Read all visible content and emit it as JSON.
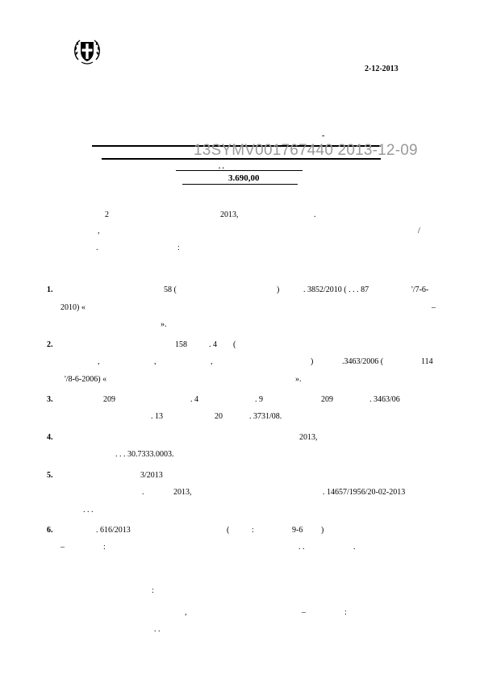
{
  "header": {
    "date": "2-12-2013",
    "title_dash": "-",
    "adam_watermark": "13SYMV001767440 2013-12-09",
    "sub_dots": ". .",
    "amount": "3.690,00"
  },
  "intro": {
    "line1_a": "2",
    "line1_b": "2013,",
    "line1_c": ".",
    "line2_a": ",",
    "line2_b": "/",
    "line3_a": ".",
    "line3_b": ":"
  },
  "items": [
    {
      "num": "1.",
      "l1": [
        "58 (",
        ")",
        ". 3852/2010 ( . . . 87",
        "'/7-6-"
      ],
      "l2": [
        "2010) «",
        "–"
      ],
      "l3": [
        "»."
      ]
    },
    {
      "num": "2.",
      "l1": [
        "158",
        ". 4",
        "("
      ],
      "l2": [
        ",",
        ",",
        ",",
        ")",
        ".3463/2006 (",
        "114"
      ],
      "l3": [
        "'/8-6-2006) «",
        "»."
      ]
    },
    {
      "num": "3.",
      "l1": [
        "209",
        ". 4",
        ". 9",
        "209",
        ". 3463/06"
      ],
      "l2": [
        ". 13",
        "20",
        ". 3731/08."
      ]
    },
    {
      "num": "4.",
      "l1": [
        "2013,"
      ],
      "l2": [
        ". . . 30.7333.0003."
      ]
    },
    {
      "num": "5.",
      "l1": [
        "3/2013"
      ],
      "l2": [
        ".",
        "2013,",
        ". 14657/1956/20-02-2013"
      ],
      "l3": [
        ". . ."
      ]
    },
    {
      "num": "6.",
      "l1": [
        ". 616/2013",
        "(",
        ":",
        "9-6",
        ")"
      ],
      "l2": [
        "–",
        ":",
        ". .",
        "."
      ]
    }
  ],
  "closing": {
    "c1": ":",
    "c2_a": ",",
    "c2_b": "–",
    "c2_c": ":",
    "c3": ". ."
  }
}
